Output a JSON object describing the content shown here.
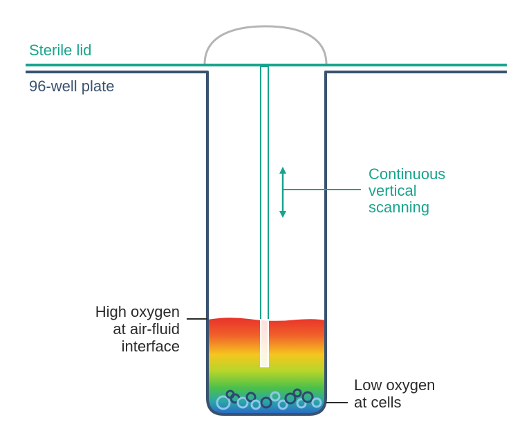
{
  "labels": {
    "sterile_lid": "Sterile lid",
    "plate": "96-well plate",
    "scanning": [
      "Continuous",
      "vertical",
      "scanning"
    ],
    "high_oxygen": [
      "High oxygen",
      "at air-fluid",
      "interface"
    ],
    "low_oxygen": [
      "Low oxygen",
      "at cells"
    ]
  },
  "colors": {
    "teal": "#1aa38c",
    "navy": "#3a5270",
    "lid_arc": "#b5b5b5",
    "gradient_top": "#e8322a",
    "gradient_bottom": "#2a62c8"
  }
}
